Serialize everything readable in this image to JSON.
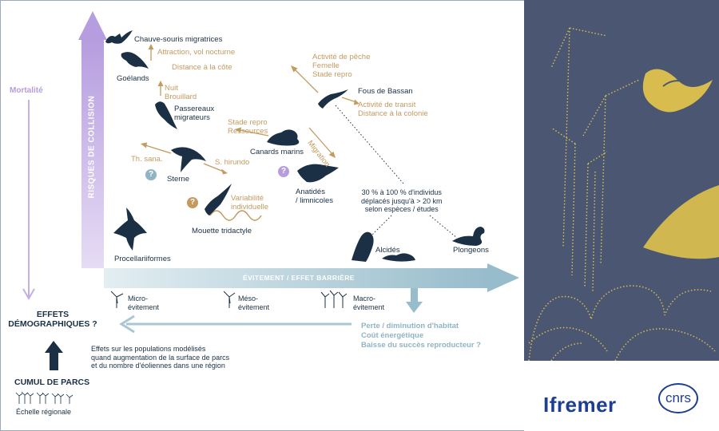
{
  "axes": {
    "collision_risk": "RISQUES DE COLLISION",
    "avoidance_barrier": "ÉVITEMENT / EFFET BARRIÈRE"
  },
  "mortality": "Mortalité",
  "demographic_effects": "EFFETS\nDÉMOGRAPHIQUES ?",
  "cumulative": {
    "title": "CUMUL DE PARCS",
    "scale": "Échelle régionale"
  },
  "population_effects": "Effets sur les populations modélisés\nquand augmentation de la surface de parcs\net du nombre d'éoliennes dans une région",
  "habitat_consequences": "Perte / diminution d'habitat\nCoût énergétique\nBaisse du succès reproducteur ?",
  "avoidance_scales": [
    {
      "label": "Micro-\névitement"
    },
    {
      "label": "Méso-\névitement"
    },
    {
      "label": "Macro-\névitement"
    }
  ],
  "species": {
    "bats": "Chauve-souris migratrices",
    "gulls": "Goélands",
    "passerines": "Passereaux\nmigrateurs",
    "tern": "Sterne",
    "kittiwake": "Mouette tridactyle",
    "procellariiformes": "Procellariiformes",
    "sea_ducks": "Canards marins",
    "anatids": "Anatidés\n/ limnicoles",
    "gannet": "Fous de Bassan",
    "auks": "Alcidés",
    "divers": "Plongeons"
  },
  "factors": {
    "attraction": "Attraction, vol nocturne",
    "coast_distance": "Distance à la côte",
    "night_fog": "Nuit\nBrouillard",
    "breeding_resources": "Stade repro\nRessources",
    "th_sana": "Th. sana.",
    "s_hirundo": "S. hirundo",
    "variability": "Variabilité\nindividuelle",
    "fishing": "Activité de pêche\nFemelle\nStade repro",
    "transit": "Activité de transit\nDistance à la colonie",
    "migration": "Migration",
    "displacement": "30 % à 100 % d'individus\ndéplacés jusqu'à > 20 km\nselon espèces / études"
  },
  "question_mark": "?",
  "logos": {
    "ifremer": "Ifremer",
    "cnrs": "cnrs"
  },
  "colors": {
    "dark_navy": "#1b3044",
    "gold": "#c49a5f",
    "light_blue": "#8fb4c4",
    "purple": "#b79ddb",
    "panel_bg": "#4a5672",
    "panel_yellow": "#e8c84a",
    "ifremer_blue": "#1e3f8f"
  }
}
